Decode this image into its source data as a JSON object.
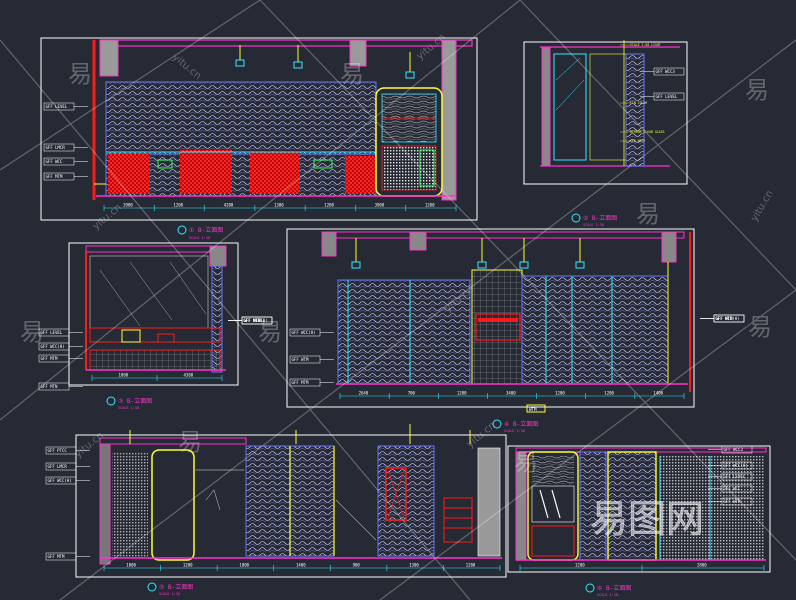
{
  "drawing": {
    "background": "#262a35",
    "colors": {
      "frame": "#ffffff",
      "wall": "#ff2fd8",
      "hatch": "#e8e8ff",
      "red": "#ff1a1a",
      "yellow": "#ffff33",
      "cyan": "#33e8ff",
      "blue": "#4466ff",
      "green": "#33ff55",
      "magenta": "#ff33cc"
    },
    "views": [
      {
        "id": "v1",
        "title": "① B-立面图",
        "subtitle": "SCALE 1:50",
        "levels": [
          "GFF LEVEL",
          "GFF LMCR",
          "GFF WCC",
          "GFF MTM"
        ],
        "dims": [
          "3900",
          "1200",
          "4200",
          "1300",
          "1200",
          "3900",
          "1200"
        ]
      },
      {
        "id": "v2",
        "title": "② B-立面图",
        "subtitle": "SCALE 1:50",
        "levels": [
          "GFF WCC3",
          "GFF LEVEL"
        ],
        "notes": [
          "SCALE 1:50 LIGHT",
          "FIN COLOR",
          "MIRROR CLEAR GLASS",
          "SEE NOTE"
        ]
      },
      {
        "id": "v3",
        "title": "③ B-立面图",
        "subtitle": "SCALE 1:50",
        "levels": [
          "GFF LEVEL",
          "GFF WCC(H)",
          "GFF MTM",
          "GFF MTN"
        ],
        "dims": [
          "1000",
          "4300"
        ]
      },
      {
        "id": "v4",
        "title": "④ B-立面图",
        "subtitle": "SCALE 1:50",
        "levels": [
          "GFF WCC(H)",
          "GFF WTM",
          "GFF MTM"
        ],
        "dims": [
          "2640",
          "700",
          "1200",
          "3400",
          "1200",
          "1200",
          "1400"
        ],
        "tag": "WTM"
      },
      {
        "id": "v5",
        "title": "⑤ B-立面图",
        "subtitle": "SCALE 1:50",
        "levels": [
          "GFF PTCC",
          "GFF LMCR",
          "GFF WCC(H)",
          "GFF MTM"
        ],
        "dims": [
          "1000",
          "1200",
          "1000",
          "1400",
          "900",
          "1300",
          "1200"
        ]
      },
      {
        "id": "v6",
        "title": "⑥ B-立面图",
        "subtitle": "SCALE 1:50",
        "levels": [
          "GFF WCC3",
          "GFF WCC(H)",
          "GFF LEVEL",
          "GFF WCC",
          "GFF WTM"
        ],
        "dims": [
          "1200",
          "2800"
        ]
      }
    ],
    "watermark": {
      "glyph": "易",
      "site": "yitu.cn",
      "brand": "易图网"
    }
  }
}
